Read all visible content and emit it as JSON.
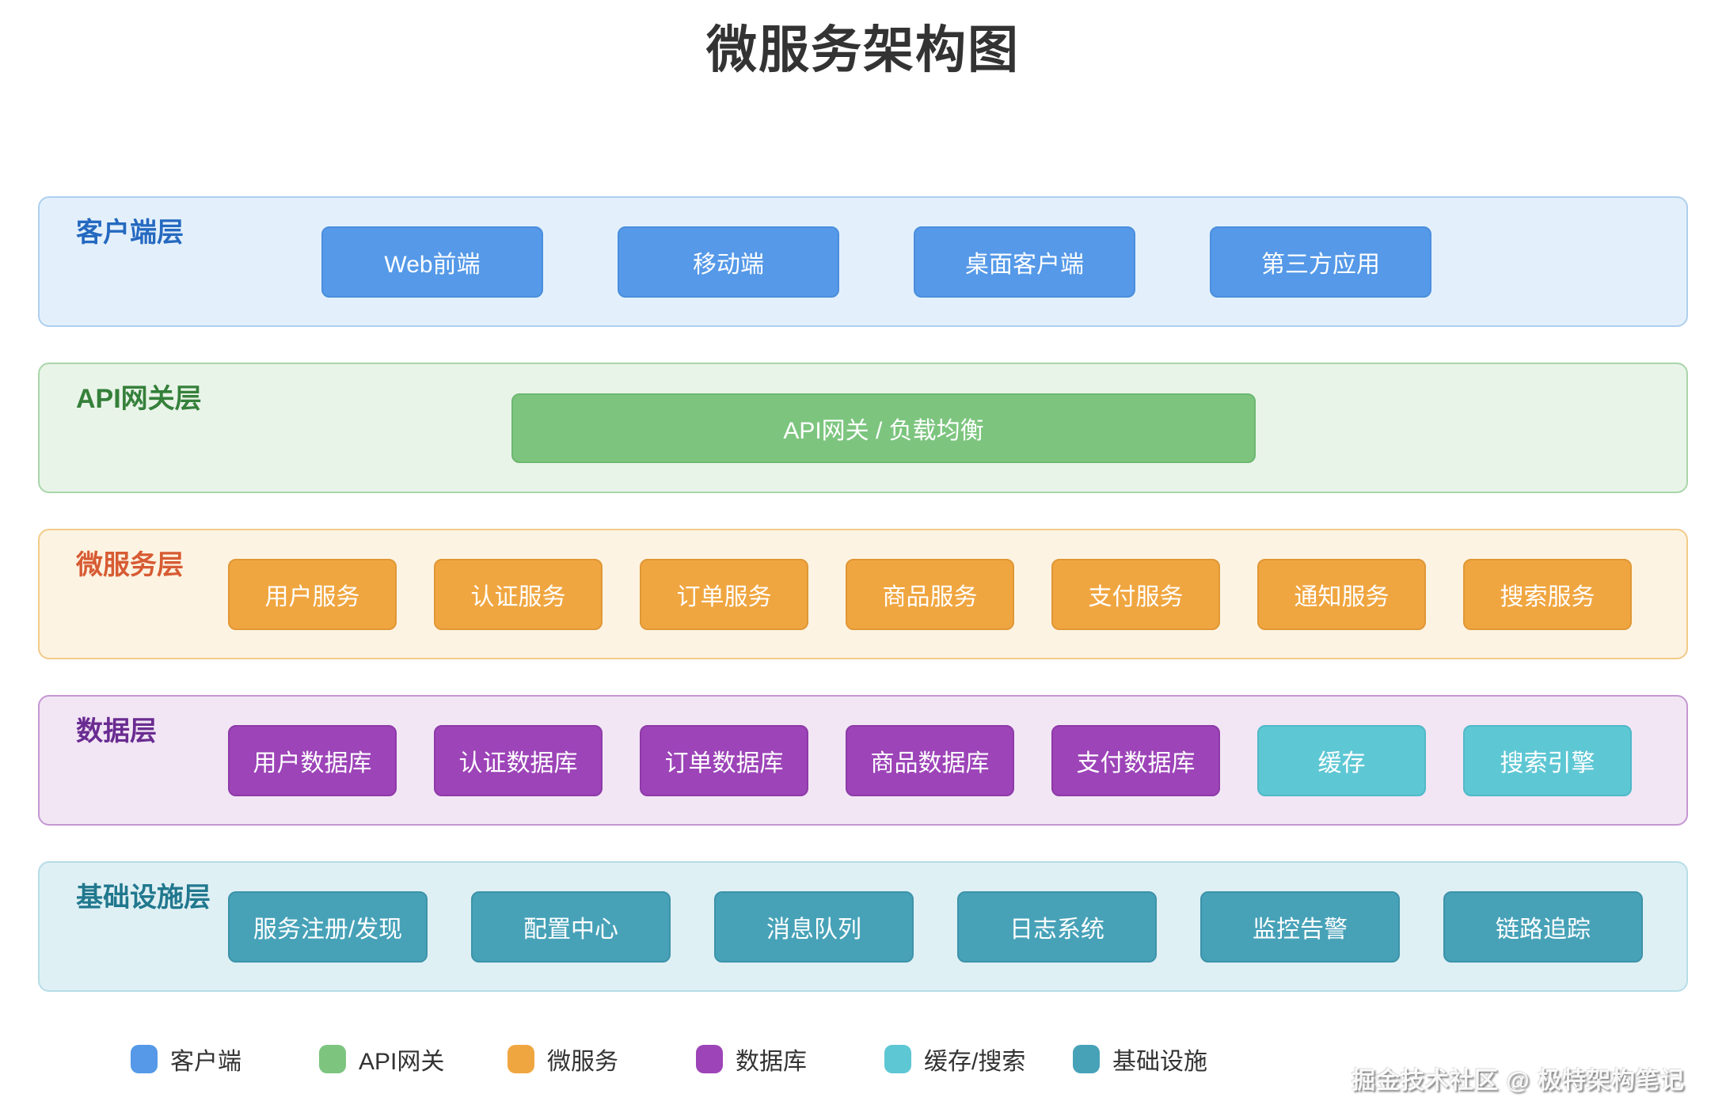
{
  "title": "微服务架构图",
  "layers": {
    "client": {
      "label": "客户端层",
      "boxes": [
        "Web前端",
        "移动端",
        "桌面客户端",
        "第三方应用"
      ]
    },
    "gateway": {
      "label": "API网关层",
      "boxes": [
        "API网关 / 负载均衡"
      ]
    },
    "services": {
      "label": "微服务层",
      "boxes": [
        "用户服务",
        "认证服务",
        "订单服务",
        "商品服务",
        "支付服务",
        "通知服务",
        "搜索服务"
      ]
    },
    "data": {
      "label": "数据层",
      "boxes": [
        "用户数据库",
        "认证数据库",
        "订单数据库",
        "商品数据库",
        "支付数据库"
      ],
      "cache_boxes": [
        "缓存",
        "搜索引擎"
      ]
    },
    "infra": {
      "label": "基础设施层",
      "boxes": [
        "服务注册/发现",
        "配置中心",
        "消息队列",
        "日志系统",
        "监控告警",
        "链路追踪"
      ]
    }
  },
  "legend": {
    "items": [
      {
        "label": "客户端",
        "color": "#5599e8"
      },
      {
        "label": "API网关",
        "color": "#7dc57f"
      },
      {
        "label": "微服务",
        "color": "#f0a640"
      },
      {
        "label": "数据库",
        "color": "#9d44b8"
      },
      {
        "label": "缓存/搜索",
        "color": "#5ec7d4"
      },
      {
        "label": "基础设施",
        "color": "#47a2b8"
      }
    ]
  },
  "watermark": "掘金技术社区 @ 极特架构笔记",
  "colors": {
    "title_color": "#333333",
    "legend_text": "#333333",
    "client_bg": "#e3f0fb",
    "client_border": "#aecfee",
    "client_label": "#2569c0",
    "client_box": "#5599e8",
    "client_box_border": "#4b8edd",
    "gateway_bg": "#e9f4e9",
    "gateway_border": "#a9d5a9",
    "gateway_label": "#35803a",
    "gateway_box": "#7dc57f",
    "gateway_box_border": "#6cb76f",
    "services_bg": "#fdf3e2",
    "services_border": "#f2cb88",
    "services_label": "#d75b33",
    "services_box": "#f0a640",
    "services_box_border": "#e09735",
    "data_bg": "#f2e6f5",
    "data_border": "#c597d2",
    "data_label": "#6a2c91",
    "data_box": "#9d44b8",
    "data_box_border": "#8e3aa8",
    "cache_box": "#5ec7d4",
    "cache_box_border": "#50b9c8",
    "infra_bg": "#dff0f4",
    "infra_border": "#b5dde8",
    "infra_label": "#21788e",
    "infra_box": "#47a2b8",
    "infra_box_border": "#3d93a9"
  }
}
